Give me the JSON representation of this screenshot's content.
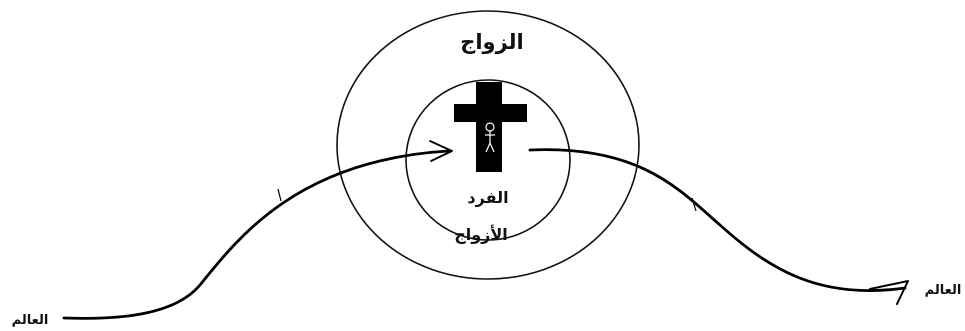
{
  "labels": {
    "marriage": "الزواج",
    "individual": "الفرد",
    "spouses": "الأزواج",
    "world_left": "العالم",
    "world_right": "العالم"
  },
  "icons": [
    "cross-icon",
    "stick-figure-icon",
    "arrowhead-icon"
  ]
}
